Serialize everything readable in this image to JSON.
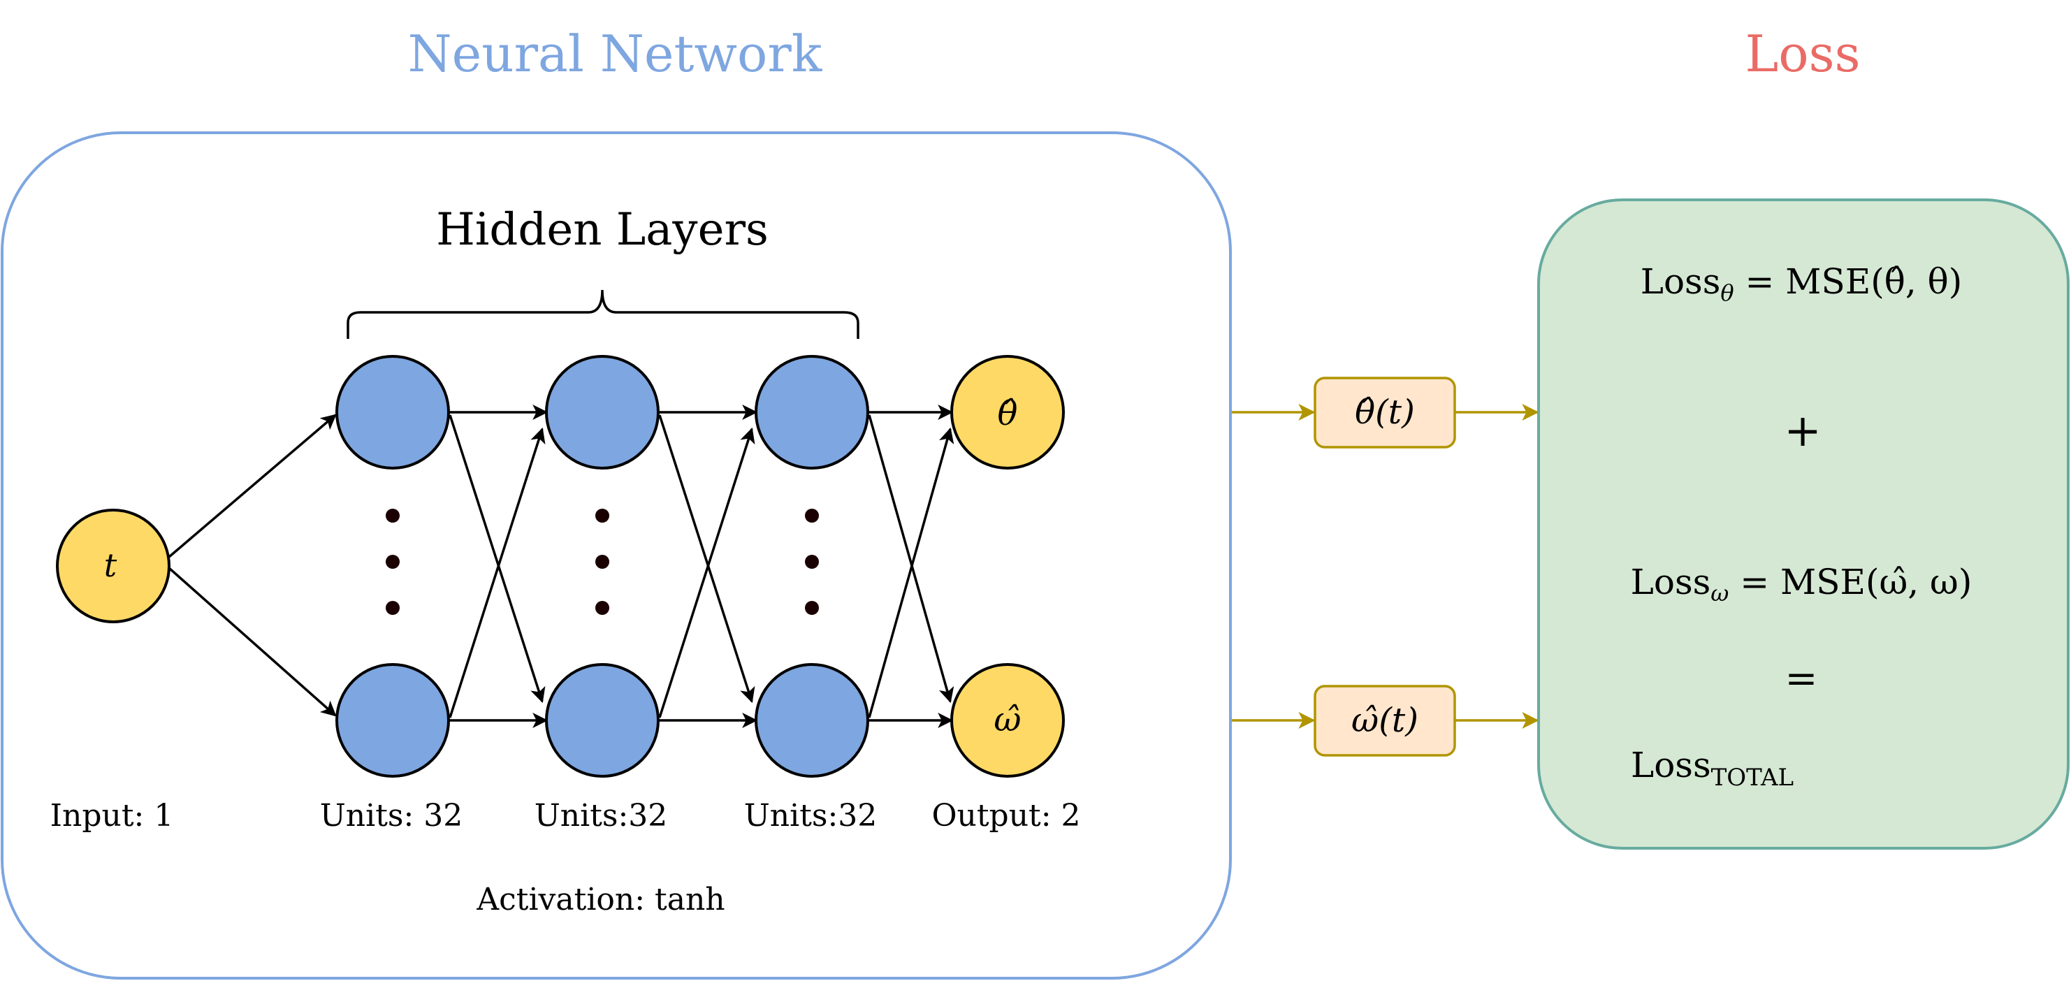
{
  "titles": {
    "network": "Neural Network",
    "loss": "Loss",
    "hidden_layers": "Hidden Layers"
  },
  "nodes": {
    "input_symbol": "t",
    "output_theta": "θ̂",
    "output_omega": "ω̂"
  },
  "labels": {
    "input": "Input: 1",
    "units_1": "Units: 32",
    "units_2": "Units:32",
    "units_3": "Units:32",
    "output": "Output: 2",
    "activation_prefix": "Activation: ",
    "activation_value": "tanh"
  },
  "predictions": {
    "theta": "θ̂(t)",
    "omega": "ω̂(t)"
  },
  "loss_box": {
    "loss_theta_base": "Loss",
    "loss_theta_sub": "θ",
    "loss_theta_rhs": " = MSE(θ̂, θ)",
    "plus": "+",
    "loss_omega_base": "Loss",
    "loss_omega_sub": "ω",
    "loss_omega_rhs": " = MSE(ω̂, ω)",
    "equals": "=",
    "loss_total_base": "Loss",
    "loss_total_sub": "TOTAL"
  },
  "colors": {
    "network_blue": "#7EA6E0",
    "loss_red": "#EA6B66",
    "node_yellow": "#FFD966",
    "node_blue": "#7EA6E0",
    "arrow_gold": "#B09500",
    "pred_fill": "#FFE6CC",
    "loss_fill": "#D5E8D4",
    "loss_border": "#67AB9F"
  }
}
